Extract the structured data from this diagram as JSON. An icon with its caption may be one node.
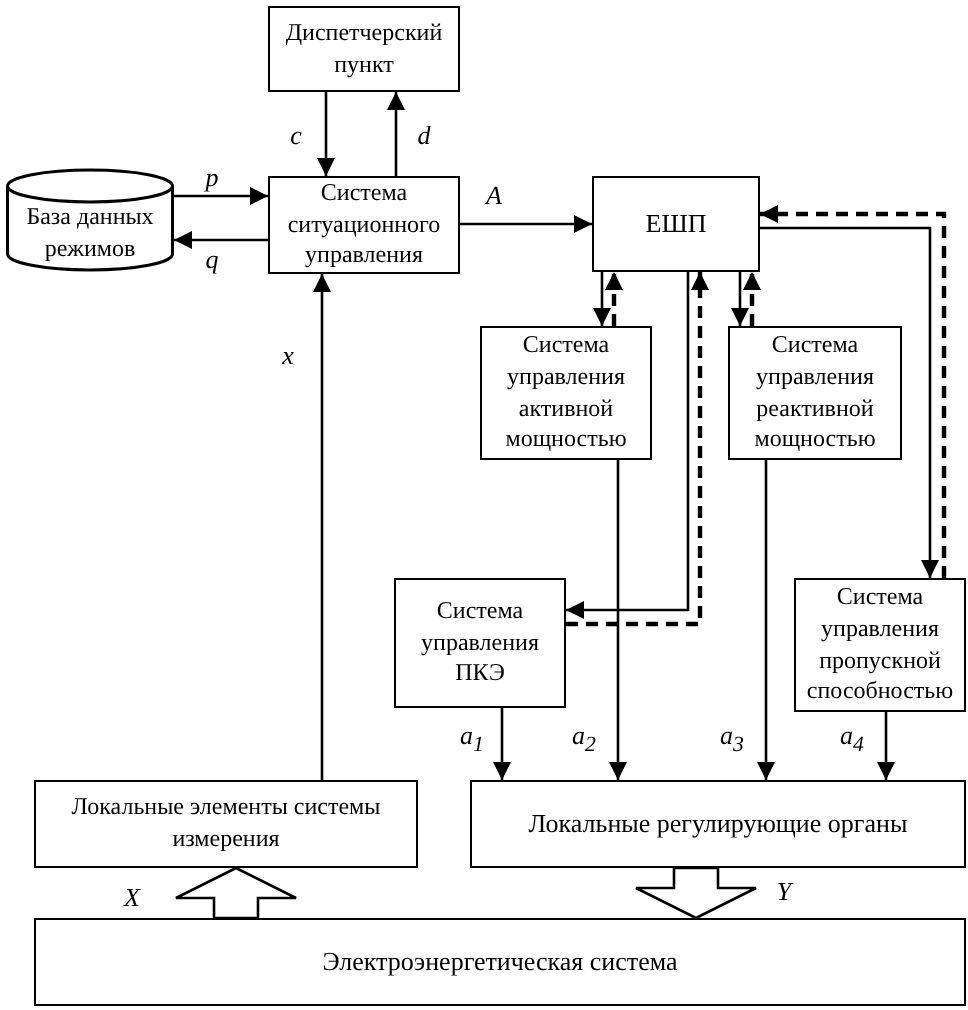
{
  "diagram": {
    "nodes": [
      {
        "text": [
          "Диспетчерский пункт"
        ]
      },
      {
        "text": [
          "База данных режимов"
        ]
      },
      {
        "text": [
          "Система ситуационного управления"
        ]
      },
      {
        "text": [
          "ЕШП"
        ]
      },
      {
        "text": [
          "Система управления активной мощностью"
        ]
      },
      {
        "text": [
          "Система управления реактивной мощностью"
        ]
      },
      {
        "text": [
          "Система управления ПКЭ"
        ]
      },
      {
        "text": [
          "Система управления пропускной способностью"
        ]
      },
      {
        "text": [
          "Локальные элементы системы измерения"
        ]
      },
      {
        "text": [
          "Локальные регулирующие органы"
        ]
      },
      {
        "text": [
          "Электроэнергетическая система"
        ]
      }
    ],
    "edges": [
      {
        "from": 0,
        "to": 2,
        "arrow": "to",
        "label": "c"
      },
      {
        "from": 2,
        "to": 0,
        "arrow": "to",
        "label": "d"
      },
      {
        "from": 1,
        "to": 2,
        "arrow": "to",
        "label": "p"
      },
      {
        "from": 2,
        "to": 1,
        "arrow": "to",
        "label": "q"
      },
      {
        "from": 2,
        "to": 3,
        "arrow": "to",
        "label": "A"
      },
      {
        "from": 8,
        "to": 2,
        "arrow": "to",
        "label": "x"
      },
      {
        "from": 3,
        "to": 4,
        "arrow": "to"
      },
      {
        "from": 4,
        "to": 3,
        "arrow": "to",
        "style": "dashed"
      },
      {
        "from": 3,
        "to": 5,
        "arrow": "to"
      },
      {
        "from": 5,
        "to": 3,
        "arrow": "to",
        "style": "dashed"
      },
      {
        "from": 3,
        "to": 6,
        "arrow": "to"
      },
      {
        "from": 6,
        "to": 3,
        "arrow": "to",
        "style": "dashed"
      },
      {
        "from": 3,
        "to": 7,
        "arrow": "to"
      },
      {
        "from": 7,
        "to": 3,
        "arrow": "to",
        "style": "dashed"
      },
      {
        "from": 6,
        "to": 9,
        "arrow": "to",
        "label": "a$_{1}$"
      },
      {
        "from": 4,
        "to": 9,
        "arrow": "to",
        "label": "a$_{2}$"
      },
      {
        "from": 5,
        "to": 9,
        "arrow": "to",
        "label": "a$_{3}$"
      },
      {
        "from": 7,
        "to": 9,
        "arrow": "to",
        "label": "a$_{4}$"
      },
      {
        "from": 10,
        "to": 8,
        "arrow": "to",
        "label": "X",
        "style": "thick"
      },
      {
        "from": 9,
        "to": 10,
        "arrow": "to",
        "label": "Y",
        "style": "thick"
      }
    ]
  }
}
